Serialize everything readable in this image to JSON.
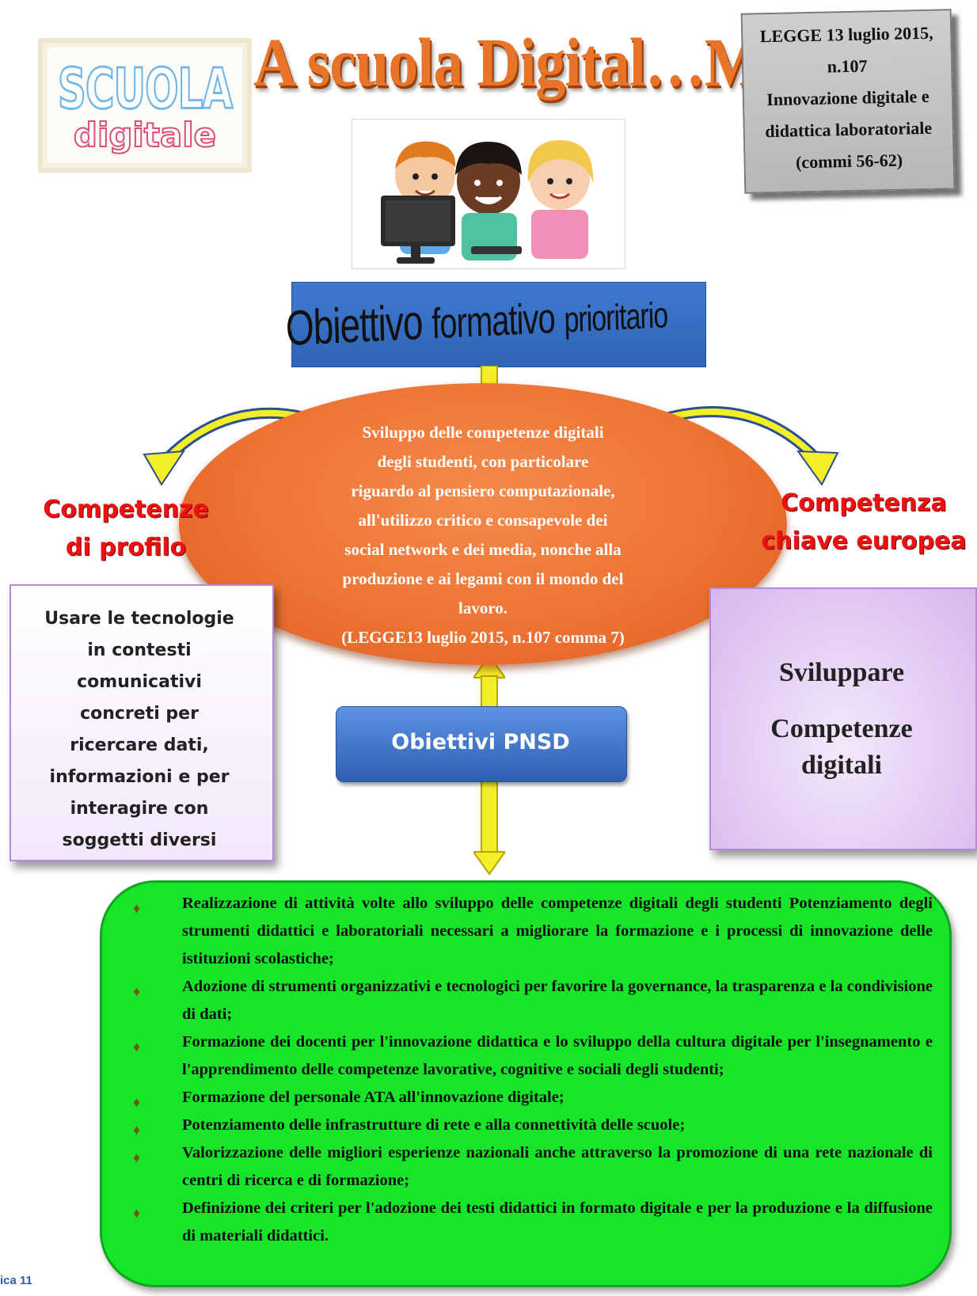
{
  "logo": {
    "word_top": "SCUOLA",
    "word_bottom": "digitale"
  },
  "title": "A scuola Digital…Mente",
  "law_box": {
    "lines": [
      "LEGGE  13 luglio 2015,",
      "n.107",
      "Innovazione digitale e",
      "didattica laboratoriale",
      "(commi 56-62)"
    ]
  },
  "banner": {
    "w1": "Obiettivo",
    "w2": "formativo",
    "w3": "prioritario"
  },
  "ellipse": {
    "lines": [
      "Sviluppo  delle  competenze  digitali",
      "degli  studenti,   con particolare",
      "riguardo al pensiero computazionale,",
      "all'utilizzo critico e consapevole dei",
      "social network e dei media, nonche alla",
      "produzione e ai legami con il mondo del",
      "lavoro.",
      "(LEGGE13 luglio 2015, n.107 comma 7)"
    ]
  },
  "left_title": {
    "l1": "Competenze",
    "l2": "di profilo"
  },
  "right_title": {
    "l1": "Competenza",
    "l2": "chiave europea"
  },
  "left_card": {
    "lines": [
      "Usare le tecnologie",
      "in contesti",
      "comunicativi",
      "concreti per",
      "ricercare dati,",
      "informazioni e per",
      "interagire con",
      "soggetti diversi"
    ]
  },
  "right_card": {
    "lines": [
      "Sviluppare",
      "Competenze",
      "digitali"
    ]
  },
  "pnsd": "Obiettivi  PNSD",
  "bullets": [
    "Realizzazione di attività volte allo sviluppo delle competenze digitali degli studenti Potenziamento degli strumenti didattici e laboratoriali necessari a migliorare la formazione e i processi di innovazione delle istituzioni scolastiche;",
    "Adozione di strumenti organizzativi e tecnologici per favorire la governance, la trasparenza e la condivisione di dati;",
    "Formazione dei docenti per l'innovazione didattica e lo sviluppo della cultura digitale per l'insegnamento e  l'apprendimento  delle competenze lavorative, cognitive  e  sociali degli studenti;",
    "Formazione del personale ATA all'innovazione digitale;",
    "Potenziamento delle infrastrutture di rete e alla connettività delle scuole;",
    "Valorizzazione  delle  migliori  esperienze  nazionali  anche  attraverso  la promozione di una rete  nazionale  di centri di ricerca e di formazione;",
    "Definizione dei criteri per l'adozione dei testi didattici in formato digitale e per la produzione e la diffusione di materiali didattici."
  ],
  "bullet_icon": "small-bullet-icon",
  "page_number": "ica  11",
  "colors": {
    "orange": "#ee7434",
    "green": "#16e52a",
    "blue": "#2f63b6",
    "red": "#ee1111",
    "yellow": "#f3ee2a"
  }
}
